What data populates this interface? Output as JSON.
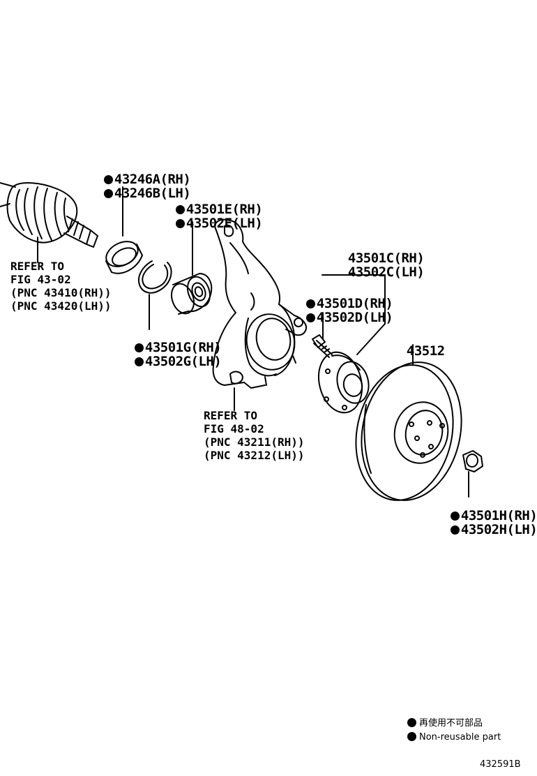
{
  "callouts": {
    "c43246": [
      "43246A(RH)",
      "43246B(LH)"
    ],
    "c43501e": [
      "43501E(RH)",
      "43502E(LH)"
    ],
    "c43501c": [
      "43501C(RH)",
      "43502C(LH)"
    ],
    "c43501d": [
      "43501D(RH)",
      "43502D(LH)"
    ],
    "c43512": "43512",
    "c43501g": [
      "43501G(RH)",
      "43502G(LH)"
    ],
    "c43501h": [
      "43501H(RH)",
      "43502H(LH)"
    ]
  },
  "refer_driveshaft": [
    "REFER TO",
    "FIG 43-02",
    "(PNC 43410(RH))",
    "(PNC 43420(LH))"
  ],
  "refer_knuckle": [
    "REFER TO",
    "FIG 48-02",
    "(PNC 43211(RH))",
    "(PNC 43212(LH))"
  ],
  "legend": {
    "japanese": "再使用不可部品",
    "english": "Non-reusable part"
  },
  "figure_number": "432591B"
}
